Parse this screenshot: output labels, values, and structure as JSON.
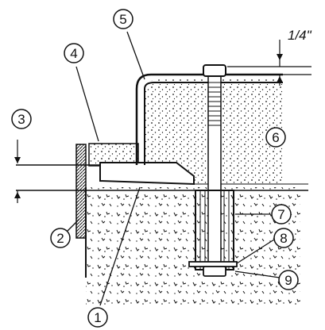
{
  "diagram": {
    "callouts": [
      {
        "id": 1,
        "label": "1"
      },
      {
        "id": 2,
        "label": "2"
      },
      {
        "id": 3,
        "label": "3"
      },
      {
        "id": 4,
        "label": "4"
      },
      {
        "id": 5,
        "label": "5"
      },
      {
        "id": 6,
        "label": "6"
      },
      {
        "id": 7,
        "label": "7"
      },
      {
        "id": 8,
        "label": "8"
      },
      {
        "id": 9,
        "label": "9"
      }
    ],
    "dimension_label": "1/4\""
  },
  "colors": {
    "ink": "#111111",
    "background": "#ffffff"
  }
}
